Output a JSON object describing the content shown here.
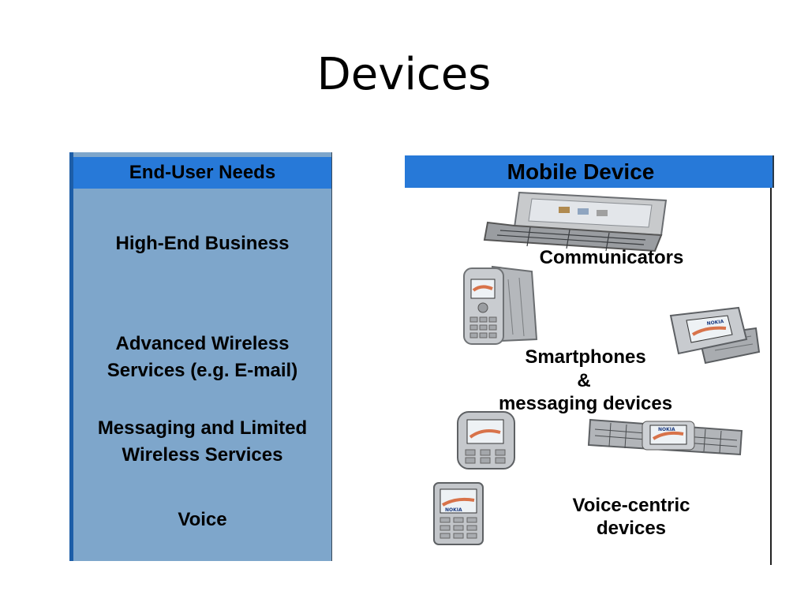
{
  "slide": {
    "title": "Devices"
  },
  "left_panel": {
    "header": "End-User Needs",
    "items": [
      "High-End Business",
      "Advanced Wireless Services (e.g. E-mail)",
      "Messaging and Limited Wireless Services",
      "Voice"
    ]
  },
  "right_panel": {
    "header": "Mobile Device",
    "labels": {
      "communicators": "Communicators",
      "smartphones": "Smartphones",
      "ampersand": "&",
      "messaging": "messaging devices",
      "voice_centric_1": "Voice-centric",
      "voice_centric_2": "devices"
    },
    "device_brand": "NOKIA"
  },
  "colors": {
    "header_blue": "#2779d8",
    "panel_blue": "#7ea6cb",
    "accent_dark_blue": "#1d5ea8"
  }
}
